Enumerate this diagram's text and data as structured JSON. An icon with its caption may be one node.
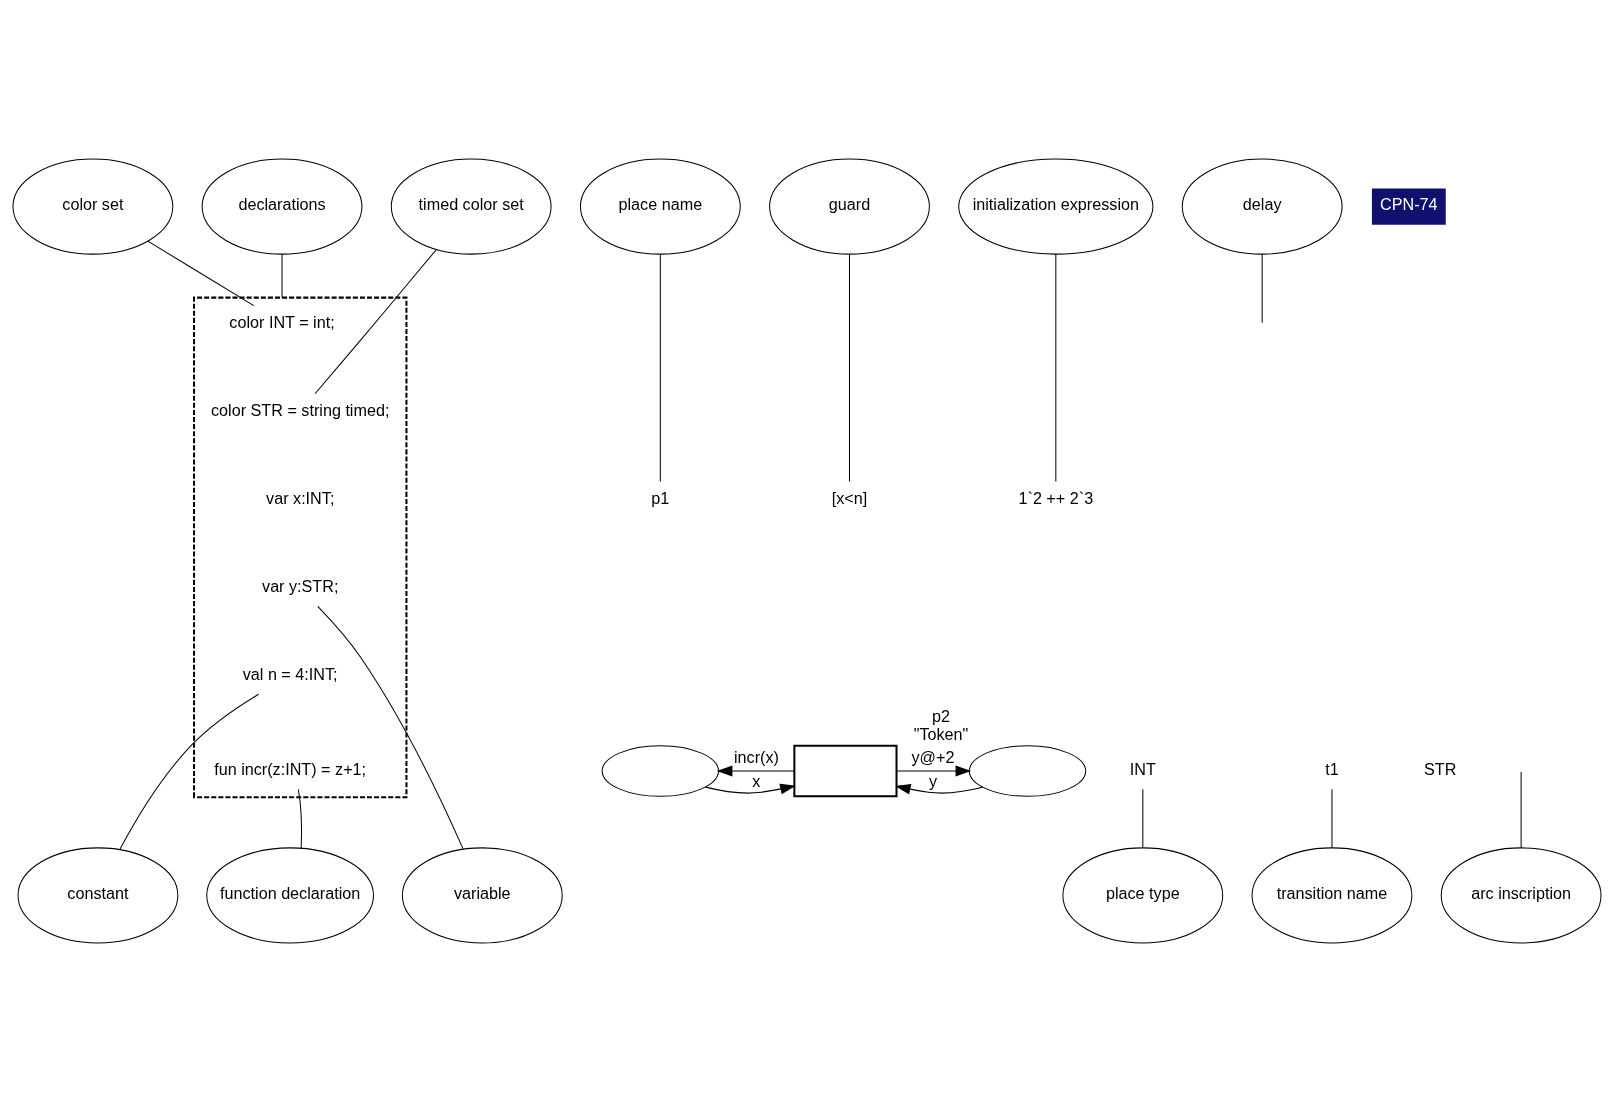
{
  "diagram": {
    "nodes": [
      {
        "text": [
          "color set"
        ]
      },
      {
        "text": [
          "place name"
        ]
      },
      {
        "text": [
          "guard"
        ]
      },
      {
        "text": [
          "declarations"
        ]
      },
      {
        "text": [
          "timed color set"
        ]
      },
      {
        "text": [
          "initialization expression"
        ]
      },
      {
        "text": [
          "delay"
        ]
      },
      {
        "text": [],
        "shape": "box"
      },
      {
        "text": [
          "color INT = int;"
        ],
        "in": 7
      },
      {
        "text": [
          "color STR = string timed;"
        ],
        "in": 7
      },
      {
        "text": [
          "var x:INT;"
        ],
        "in": 7
      },
      {
        "text": [
          "var y:STR;"
        ],
        "in": 7
      },
      {
        "text": [
          "val n = 4:INT;"
        ],
        "in": 7
      },
      {
        "text": [
          "fun incr(z:INT) = z+1;"
        ],
        "in": 7
      },
      {
        "text": [
          "p1"
        ]
      },
      {
        "text": [
          "1`2 ++ 2`3"
        ]
      },
      {
        "text": [
          "[x<n]"
        ]
      },
      {
        "text": [],
        "shape": "ellipse"
      },
      {
        "text": [],
        "shape": "box"
      },
      {
        "text": [],
        "shape": "ellipse",
        "beside": [
          "p2",
          "\"Token\""
        ]
      },
      {
        "text": [
          "INT"
        ]
      },
      {
        "text": [
          "t1"
        ]
      },
      {
        "text": [
          "STR"
        ]
      },
      {
        "text": [
          "function declaration"
        ]
      },
      {
        "text": [
          "variable"
        ]
      },
      {
        "text": [
          "constant"
        ]
      },
      {
        "text": [
          "place type"
        ]
      },
      {
        "text": [
          "transition name"
        ]
      },
      {
        "text": [
          "arc inscription"
        ]
      }
    ],
    "edges": [
      {
        "from": 0,
        "to": 8,
        "arrow": "none"
      },
      {
        "from": 4,
        "to": 9,
        "arrow": "none"
      },
      {
        "from": 3,
        "to": 7,
        "arrow": "none"
      },
      {
        "from": 1,
        "to": 14,
        "arrow": "none"
      },
      {
        "from": 5,
        "to": 15,
        "arrow": "none"
      },
      {
        "from": 2,
        "to": 16,
        "arrow": "none"
      },
      {
        "from": 6,
        "to": null,
        "arrow": "none"
      },
      {
        "from": 17,
        "to": 18,
        "label": "x",
        "arrow": "to"
      },
      {
        "from": 18,
        "to": 17,
        "label": "incr(x)",
        "arrow": "to"
      },
      {
        "from": 18,
        "to": 19,
        "label": "y@+2",
        "arrow": "to"
      },
      {
        "from": 19,
        "to": 18,
        "label": "y",
        "arrow": "to"
      },
      {
        "from": 23,
        "to": 13,
        "arrow": "none"
      },
      {
        "from": 24,
        "to": 11,
        "arrow": "none"
      },
      {
        "from": 25,
        "to": 12,
        "arrow": "none"
      },
      {
        "from": 26,
        "to": 20,
        "arrow": "none"
      },
      {
        "from": 27,
        "to": 21,
        "arrow": "none"
      },
      {
        "from": 28,
        "to": null,
        "arrow": "none"
      }
    ],
    "labels": [
      "CPN-74"
    ]
  }
}
